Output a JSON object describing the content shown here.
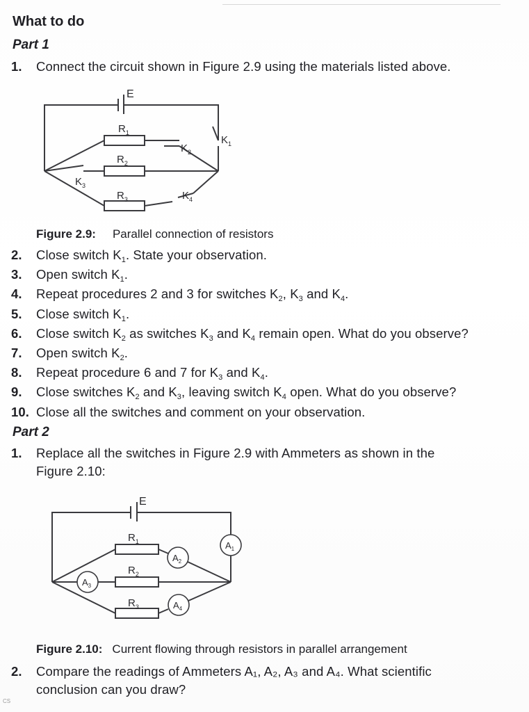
{
  "heading": "What to do",
  "part1": {
    "title": "Part 1",
    "step1": "Connect the circuit shown in Figure 2.9 using the materials listed above.",
    "figure": {
      "battery": "E",
      "r1": "R",
      "r1_sub": "1",
      "r2": "R",
      "r2_sub": "2",
      "r3": "R",
      "r3_sub": "3",
      "k1": "K",
      "k1_sub": "1",
      "k2": "K",
      "k2_sub": "2",
      "k3": "K",
      "k3_sub": "3",
      "k4": "K",
      "k4_sub": "4"
    },
    "caption_label": "Figure 2.9:",
    "caption_text": "Parallel connection of resistors",
    "steps": [
      {
        "num": "2.",
        "parts": [
          "Close switch K",
          "1",
          ". State your observation."
        ]
      },
      {
        "num": "3.",
        "parts": [
          "Open switch K",
          "1",
          "."
        ]
      },
      {
        "num": "4.",
        "parts": [
          "Repeat procedures 2 and 3 for switches K",
          "2",
          ", K",
          "3",
          " and K",
          "4",
          "."
        ]
      },
      {
        "num": "5.",
        "parts": [
          "Close switch K",
          "1",
          "."
        ]
      },
      {
        "num": "6.",
        "parts": [
          "Close switch K",
          "2",
          " as switches K",
          "3",
          " and K",
          "4",
          " remain open. What do you observe?"
        ]
      },
      {
        "num": "7.",
        "parts": [
          "Open switch K",
          "2",
          "."
        ]
      },
      {
        "num": "8.",
        "parts": [
          "Repeat procedure 6 and 7 for K",
          "3",
          " and K",
          "4",
          "."
        ]
      },
      {
        "num": "9.",
        "parts": [
          "Close switches K",
          "2",
          " and K",
          "3",
          ", leaving switch K",
          "4",
          " open. What do you observe?"
        ]
      },
      {
        "num": "10.",
        "parts": [
          "Close all the switches and comment on your observation."
        ]
      }
    ]
  },
  "part2": {
    "title": "Part 2",
    "step1_line1": "Replace all the switches in Figure 2.9 with Ammeters as shown in the",
    "step1_line2": "Figure 2.10:",
    "step1_num": "1.",
    "figure": {
      "battery": "E",
      "r1": "R",
      "r1_sub": "1",
      "r2": "R",
      "r2_sub": "2",
      "r3": "R",
      "r3_sub": "3",
      "a1": "A",
      "a1_sub": "1",
      "a2": "A",
      "a2_sub": "2",
      "a3": "A",
      "a3_sub": "3",
      "a4": "A",
      "a4_sub": "4"
    },
    "caption_label": "Figure 2.10:",
    "caption_text": "Current flowing through resistors in parallel arrangement",
    "step2_num": "2.",
    "step2_line1": "Compare the readings of Ammeters A₁, A₂, A₃ and A₄. What scientific",
    "step2_line2": "conclusion can you draw?"
  },
  "footer": "CS"
}
